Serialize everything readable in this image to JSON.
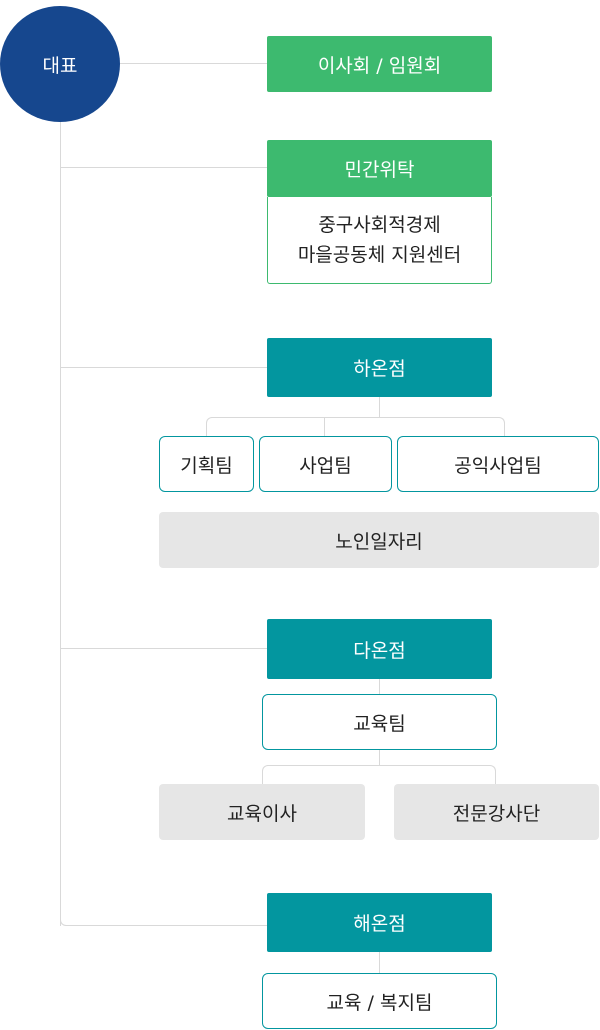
{
  "root": {
    "label": "대표"
  },
  "board": {
    "label": "이사회 / 임원회"
  },
  "private_trust": {
    "header": "민간위탁",
    "line1": "중구사회적경제",
    "line2": "마을공동체 지원센터"
  },
  "haon": {
    "label": "하온점",
    "teams": [
      "기획팀",
      "사업팀",
      "공익사업팀"
    ],
    "program": "노인일자리"
  },
  "daon": {
    "label": "다온점",
    "team": "교육팀",
    "programs": [
      "교육이사",
      "전문강사단"
    ]
  },
  "haeon": {
    "label": "해온점",
    "team": "교육 / 복지팀"
  },
  "colors": {
    "root": "#16478e",
    "green": "#3dba6f",
    "teal": "#03969f",
    "gray": "#e6e6e6",
    "line": "#d9d9d9"
  }
}
